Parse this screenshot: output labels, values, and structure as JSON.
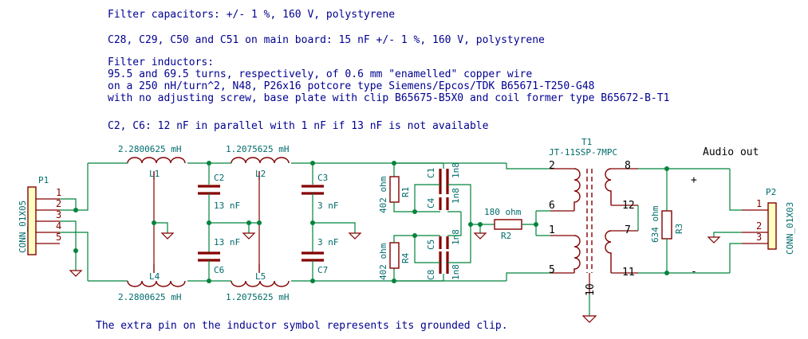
{
  "notes": {
    "line1": "Filter capacitors: +/- 1 %, 160 V, polystyrene",
    "line2": "C28, C29, C50 and C51 on main board: 15 nF +/- 1 %, 160 V, polystyrene",
    "line3": "Filter inductors:",
    "line4": "95.5 and 69.5 turns, respectively, of 0.6 mm \"enamelled\" copper wire",
    "line5": "on a 250 nH/turn^2, N48, P26x16 potcore type Siemens/Epcos/TDK B65671-T250-G48",
    "line6": "with no adjusting screw, base plate with clip B65675-B5X0 and coil former type B65672-B-T1",
    "line7": "C2, C6: 12 nF in parallel with 1 nF if 13 nF is not available",
    "footer": "The extra pin on the inductor symbol represents its grounded clip."
  },
  "connectors": {
    "p1": {
      "ref": "P1",
      "value": "CONN_01X05",
      "pins": [
        "1",
        "2",
        "3",
        "4",
        "5"
      ]
    },
    "p2": {
      "ref": "P2",
      "value": "CONN_01X03",
      "pins": [
        "1",
        "2",
        "3"
      ]
    },
    "audio_out": "Audio out"
  },
  "inductors": {
    "l1": {
      "ref": "L1",
      "value": "2.2800625 mH"
    },
    "l2": {
      "ref": "L2",
      "value": "1.2075625 mH"
    },
    "l4": {
      "ref": "L4",
      "value": "2.2800625 mH"
    },
    "l5": {
      "ref": "L5",
      "value": "1.2075625 mH"
    }
  },
  "capacitors": {
    "c2": {
      "ref": "C2",
      "value": "13 nF"
    },
    "c3": {
      "ref": "C3",
      "value": "3 nF"
    },
    "c6": {
      "ref": "C6",
      "value": "13 nF"
    },
    "c7": {
      "ref": "C7",
      "value": "3 nF"
    },
    "c1": {
      "ref": "C1",
      "value": "1n8"
    },
    "c4": {
      "ref": "C4",
      "value": "1n8"
    },
    "c5": {
      "ref": "C5",
      "value": "1n8"
    },
    "c8": {
      "ref": "C8",
      "value": "1n8"
    }
  },
  "resistors": {
    "r1": {
      "ref": "R1",
      "value": "402 ohm"
    },
    "r4": {
      "ref": "R4",
      "value": "402 ohm"
    },
    "r2": {
      "ref": "R2",
      "value": "180 ohm"
    },
    "r3": {
      "ref": "R3",
      "value": "634 ohm"
    }
  },
  "transformer": {
    "ref": "T1",
    "value": "JT-11SSP-7MPC",
    "pins": {
      "p2": "2",
      "p6": "6",
      "p1": "1",
      "p5": "5",
      "p8": "8",
      "p12": "12",
      "p7": "7",
      "p11": "11",
      "p10": "10"
    }
  },
  "polarity": {
    "plus": "+",
    "minus": "-"
  },
  "colors": {
    "wire": "#00843c",
    "component": "#840000",
    "label": "#006b6b",
    "note_text": "#000090",
    "connector_fill": "#ffffc2"
  }
}
